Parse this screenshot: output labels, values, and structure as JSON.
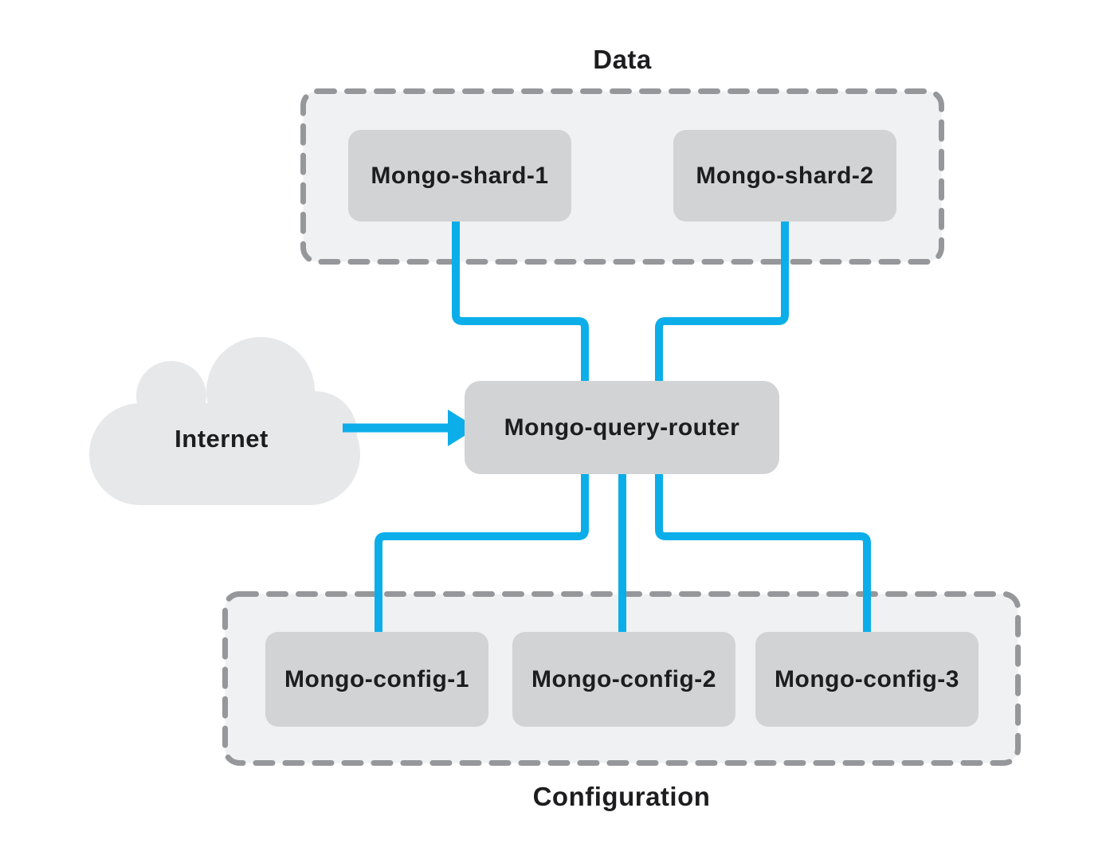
{
  "diagram": {
    "type": "architecture",
    "labels": {
      "data_group": "Data",
      "config_group": "Configuration",
      "internet": "Internet"
    },
    "nodes": {
      "shard1": {
        "label": "Mongo-shard-1"
      },
      "shard2": {
        "label": "Mongo-shard-2"
      },
      "router": {
        "label": "Mongo-query-router"
      },
      "config1": {
        "label": "Mongo-config-1"
      },
      "config2": {
        "label": "Mongo-config-2"
      },
      "config3": {
        "label": "Mongo-config-3"
      }
    },
    "groups": [
      {
        "label": "Data",
        "label_position": "top",
        "members": [
          "Mongo-shard-1",
          "Mongo-shard-2"
        ]
      },
      {
        "label": "Configuration",
        "label_position": "bottom",
        "members": [
          "Mongo-config-1",
          "Mongo-config-2",
          "Mongo-config-3"
        ]
      }
    ],
    "edges": [
      {
        "from": "Internet",
        "to": "Mongo-query-router",
        "style": "arrow-right"
      },
      {
        "from": "Mongo-shard-1",
        "to": "Mongo-query-router",
        "style": "elbow"
      },
      {
        "from": "Mongo-shard-2",
        "to": "Mongo-query-router",
        "style": "elbow"
      },
      {
        "from": "Mongo-query-router",
        "to": "Mongo-config-1",
        "style": "elbow"
      },
      {
        "from": "Mongo-query-router",
        "to": "Mongo-config-2",
        "style": "straight"
      },
      {
        "from": "Mongo-query-router",
        "to": "Mongo-config-3",
        "style": "elbow"
      }
    ],
    "colors": {
      "connector": "#0caeea",
      "node_fill": "#d2d3d5",
      "group_fill": "#f0f1f3",
      "group_border": "#95979a",
      "cloud_fill": "#e7e8ea",
      "text": "#1d1d1f",
      "background": "#ffffff"
    }
  }
}
